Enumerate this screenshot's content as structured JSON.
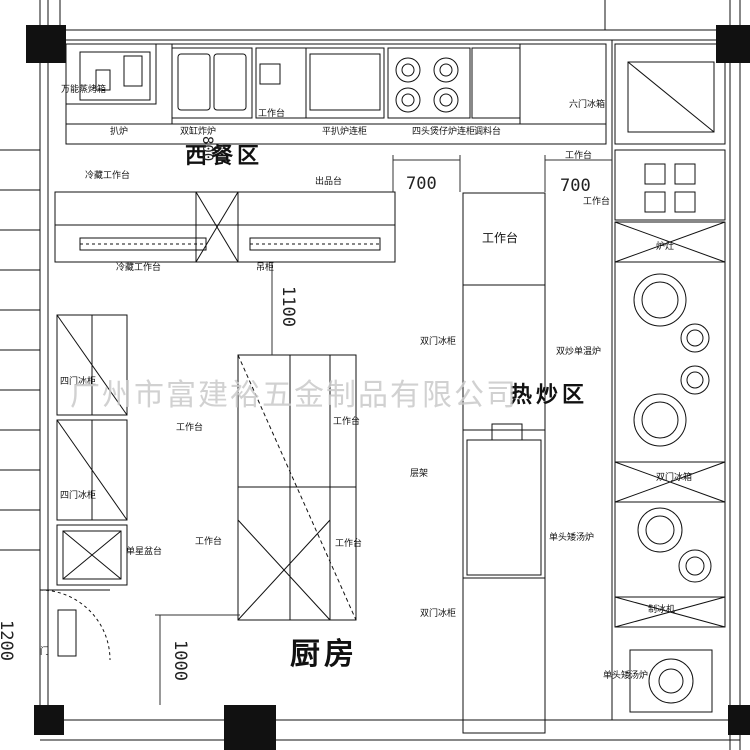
{
  "labels": {
    "hot_zone": "西餐区",
    "kitchen": "厨房",
    "wok_zone": "热炒区",
    "workbench_1": "工作台",
    "workbench_2": "工作台",
    "shelf_left_top": "四门冰柜",
    "shelf_left_mid": "四门冰柜",
    "fridge_text": "双门冰箱",
    "sink": "单星盆台",
    "salamander": "扒炉",
    "steamer": "万能蒸烤箱",
    "fryer_label": "双缸炸炉",
    "grill_label": "平扒炉连柜",
    "range_label": "四头煲仔炉连柜",
    "worktable_top": "工作台",
    "ref_table": "冷藏工作台",
    "ref_table_2": "冷藏工作台",
    "dish_label": "调料台",
    "pass_shelf": "出品台",
    "wall_shelf": "吊柜",
    "center_table_1": "工作台",
    "center_table_2": "工作台",
    "dbl_door_1": "双门冰柜",
    "dbl_door_2": "双门冰柜",
    "upright_1": "六门冰箱",
    "upright_2": "层架",
    "right_wok_label": "双炒单温炉",
    "right_stock": "单头矮汤炉",
    "right_small": "工作台",
    "right_small_2": "工作台",
    "right_hood": "炉灶",
    "bottom_stove": "单头矮汤炉",
    "entry_label": "门",
    "ice": "制冰机"
  },
  "dimensions": {
    "d700_a": "700",
    "d700_b": "700",
    "d1100": "1100",
    "d1000": "1000",
    "d1200": "1200",
    "d800": "800"
  },
  "watermark": "广州市富建裕五金制品有限公司"
}
